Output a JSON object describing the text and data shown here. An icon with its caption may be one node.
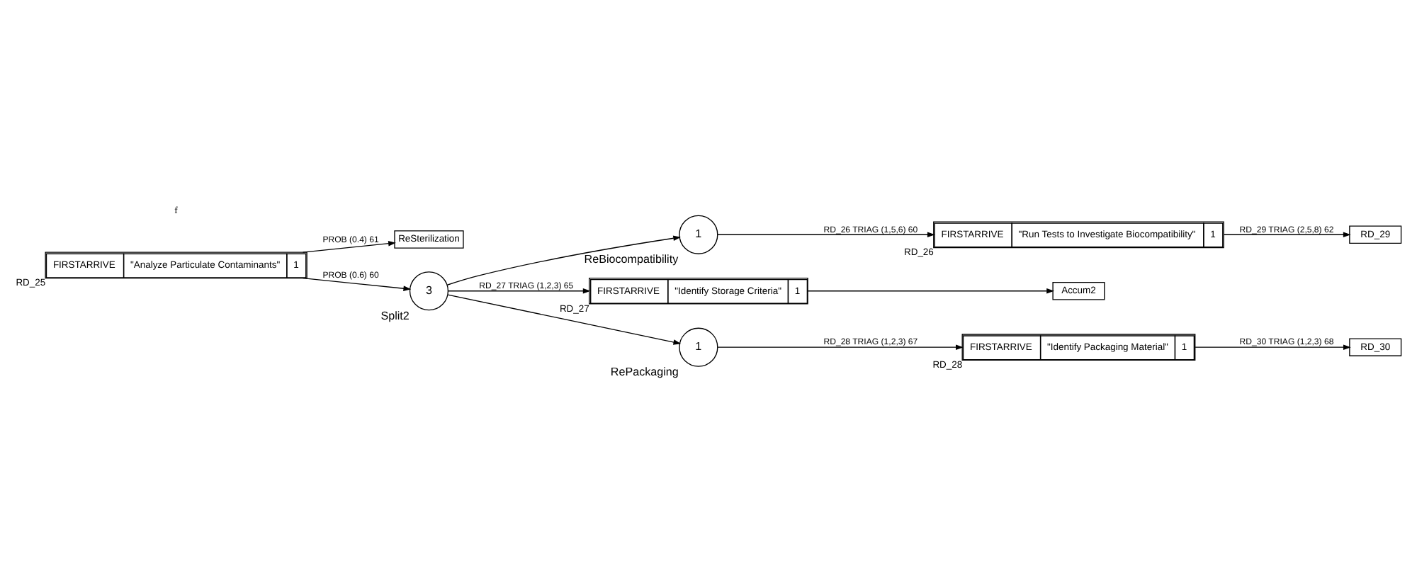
{
  "diagram": {
    "nodes": [
      {
        "text": [
          "FIRSTARRIVE",
          "\"Analyze Particulate Contaminants\"",
          "1"
        ],
        "beside": [
          "RD_25"
        ]
      },
      {
        "text": [
          "ReSterilization"
        ]
      },
      {
        "text": [
          "3"
        ],
        "beside": [
          "Split2"
        ]
      },
      {
        "text": [
          "1"
        ],
        "beside": [
          "ReBiocompatibility"
        ]
      },
      {
        "text": [
          "FIRSTARRIVE",
          "\"Run Tests to Investigate Biocompatibility\"",
          "1"
        ],
        "beside": [
          "RD_26"
        ]
      },
      {
        "text": [
          "RD_29"
        ]
      },
      {
        "text": [
          "FIRSTARRIVE",
          "\"Identify Storage Criteria\"",
          "1"
        ],
        "beside": [
          "RD_27"
        ]
      },
      {
        "text": [
          "Accum2"
        ]
      },
      {
        "text": [
          "1"
        ],
        "beside": [
          "RePackaging"
        ]
      },
      {
        "text": [
          "FIRSTARRIVE",
          "\"Identify Packaging Material\"",
          "1"
        ],
        "beside": [
          "RD_28"
        ]
      },
      {
        "text": [
          "RD_30"
        ]
      }
    ],
    "edges": [
      {
        "from": 0,
        "to": 1,
        "arrow": "to",
        "label": "PROB (0.4) 61"
      },
      {
        "from": 0,
        "to": 2,
        "arrow": "to",
        "label": "PROB (0.6) 60"
      },
      {
        "from": 2,
        "to": 3,
        "arrow": "to"
      },
      {
        "from": 3,
        "to": 4,
        "arrow": "to",
        "label": "RD_26 TRIAG (1,5,6) 60"
      },
      {
        "from": 4,
        "to": 5,
        "arrow": "to",
        "label": "RD_29 TRIAG (2,5,8) 62"
      },
      {
        "from": 2,
        "to": 6,
        "arrow": "to",
        "label": "RD_27 TRIAG (1,2,3) 65"
      },
      {
        "from": 6,
        "to": 7,
        "arrow": "to"
      },
      {
        "from": 2,
        "to": 8,
        "arrow": "to"
      },
      {
        "from": 8,
        "to": 9,
        "arrow": "to",
        "label": "RD_28 TRIAG (1,2,3) 67"
      },
      {
        "from": 9,
        "to": 10,
        "arrow": "to",
        "label": "RD_30 TRIAG (1,2,3) 68"
      }
    ],
    "labels": [
      "f"
    ]
  }
}
